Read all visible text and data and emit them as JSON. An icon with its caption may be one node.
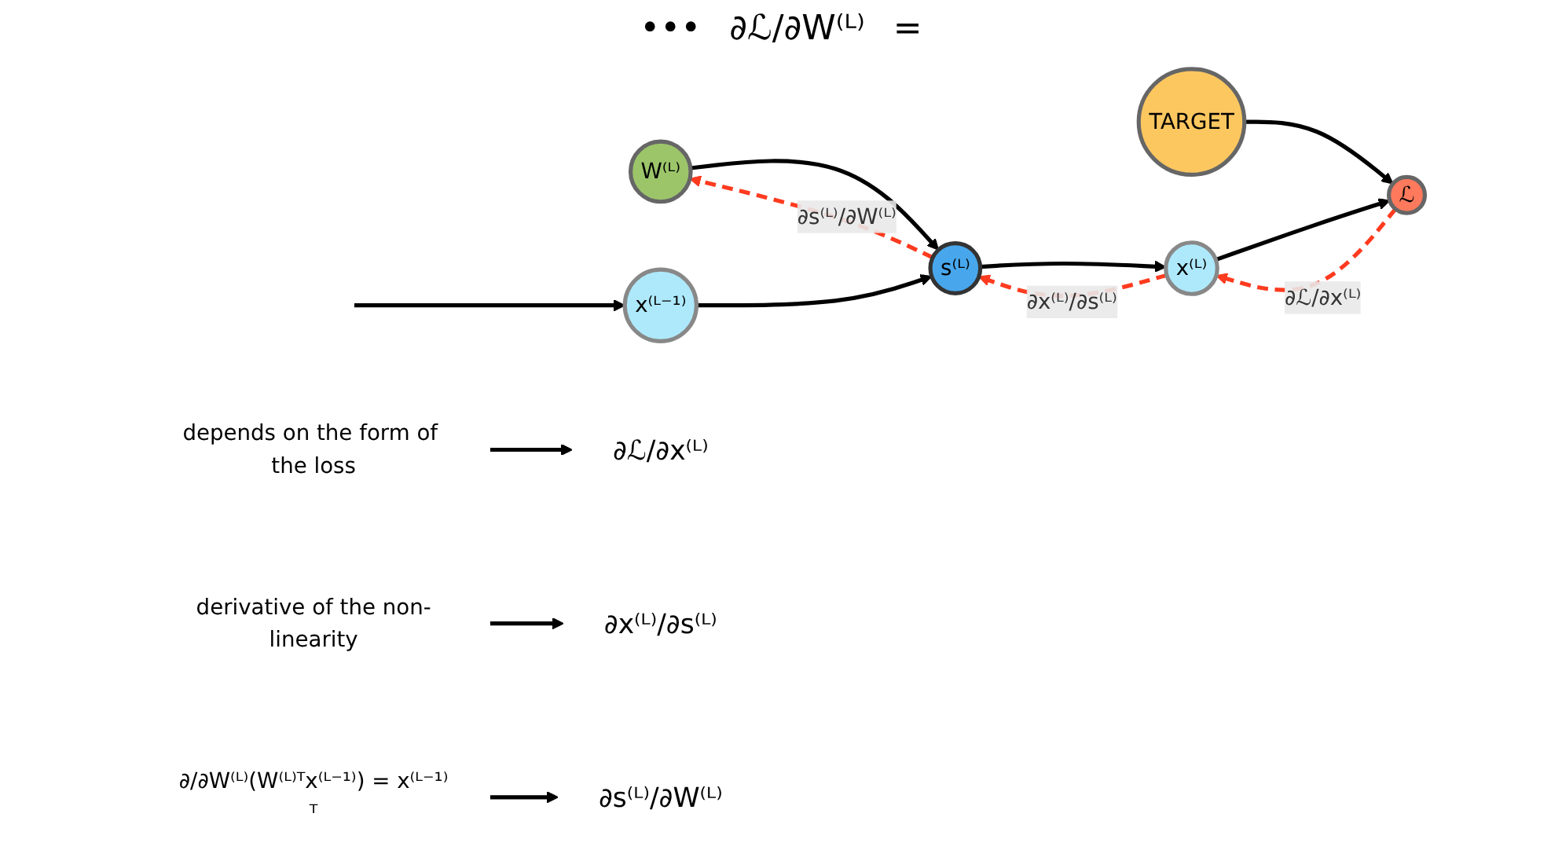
{
  "diagram": {
    "nodes": [
      {
        "text": [
          "W⁽ᴸ⁾"
        ]
      },
      {
        "text": [
          "TARGET"
        ]
      },
      {
        "text": [
          "ℒ"
        ]
      },
      {
        "text": [
          "x⁽ᴸ⁻¹⁾"
        ]
      },
      {
        "text": [
          "s⁽ᴸ⁾"
        ]
      },
      {
        "text": [
          "x⁽ᴸ⁾"
        ]
      },
      {
        "text": [
          "∂ℒ/∂x⁽ᴸ⁾"
        ]
      },
      {
        "text": [
          "∂x⁽ᴸ⁾/∂s⁽ᴸ⁾"
        ]
      },
      {
        "text": [
          "∂s⁽ᴸ⁾/∂W⁽ᴸ⁾"
        ]
      },
      {
        "text": [
          "depends on the form of the loss"
        ]
      },
      {
        "text": [
          "derivative of the non-linearity"
        ]
      },
      {
        "text": [
          "∂/∂W⁽ᴸ⁾(W⁽ᴸ⁾ᵀx⁽ᴸ⁻¹⁾) = x⁽ᴸ⁻¹⁾ᵀ"
        ]
      }
    ],
    "edges": [
      {
        "from": null,
        "to": 3,
        "arrow": "to"
      },
      {
        "from": 3,
        "to": 4,
        "arrow": "to"
      },
      {
        "from": 0,
        "to": 4,
        "arrow": "to"
      },
      {
        "from": 4,
        "to": 5,
        "arrow": "to"
      },
      {
        "from": 5,
        "to": 2,
        "arrow": "to"
      },
      {
        "from": 1,
        "to": 2,
        "arrow": "to"
      },
      {
        "from": 2,
        "to": 5,
        "arrow": "to",
        "label": "∂ℒ/∂x⁽ᴸ⁾",
        "style": "dashed",
        "color": "#ff3b1f"
      },
      {
        "from": 5,
        "to": 4,
        "arrow": "to",
        "label": "∂x⁽ᴸ⁾/∂s⁽ᴸ⁾",
        "style": "dashed",
        "color": "#ff3b1f"
      },
      {
        "from": 4,
        "to": 0,
        "arrow": "to",
        "label": "∂s⁽ᴸ⁾/∂W⁽ᴸ⁾",
        "style": "dashed",
        "color": "#ff3b1f"
      },
      {
        "from": 9,
        "to": 6,
        "arrow": "to"
      },
      {
        "from": 10,
        "to": 7,
        "arrow": "to"
      },
      {
        "from": 11,
        "to": 8,
        "arrow": "to"
      }
    ],
    "labels": [
      "•••",
      "∂ℒ/∂W⁽ᴸ⁾",
      "="
    ]
  }
}
